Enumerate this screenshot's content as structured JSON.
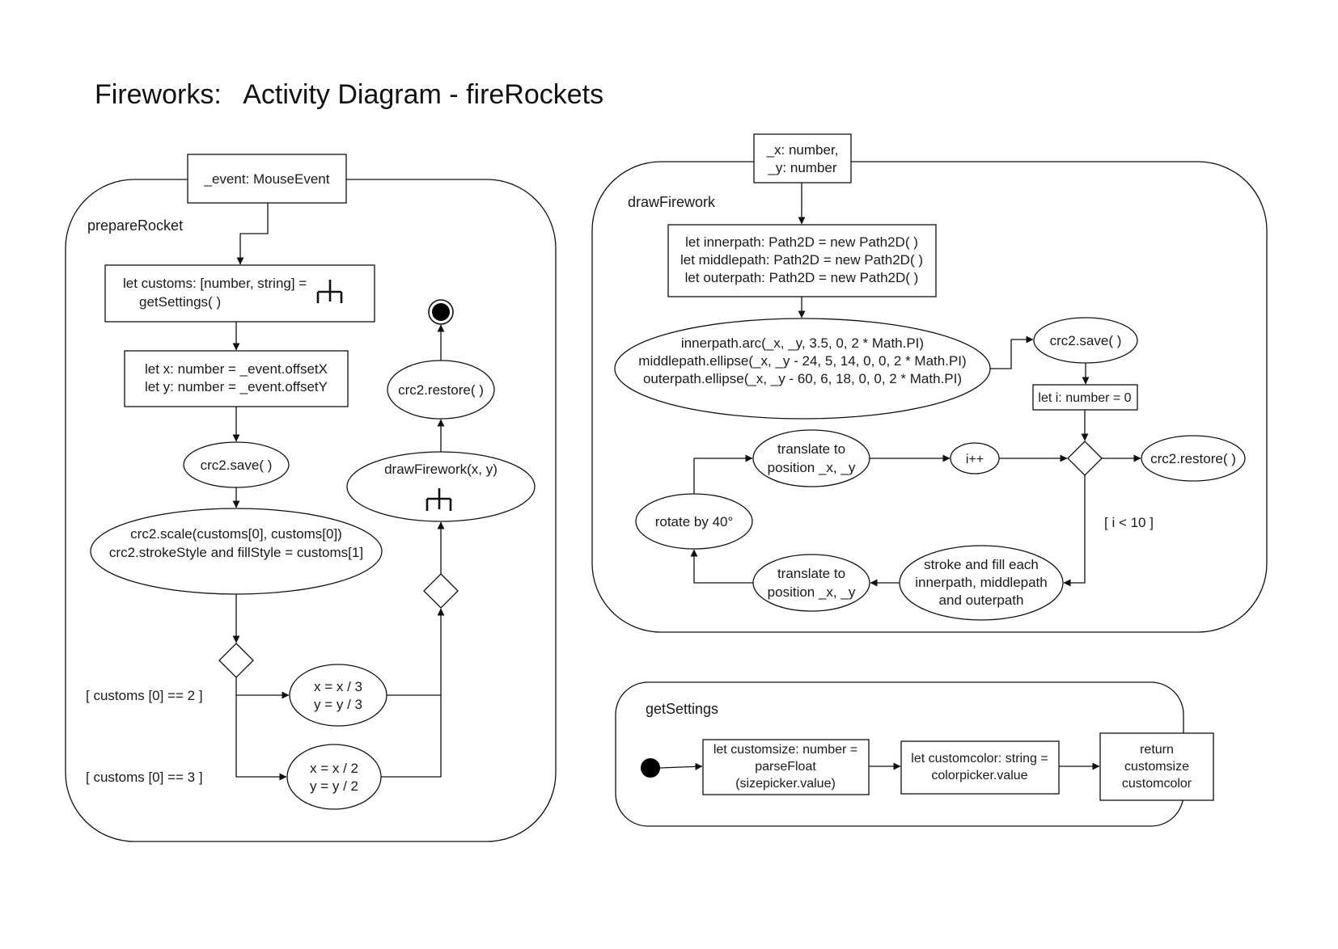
{
  "title": "Fireworks:   Activity Diagram - fireRockets",
  "prepareRocket": {
    "label": "prepareRocket",
    "param": "_event: MouseEvent",
    "customs": [
      "let customs: [number, string] =",
      "getSettings( )"
    ],
    "xy": [
      "let x: number = _event.offsetX",
      "let y: number = _event.offsetY"
    ],
    "save": "crc2.save( )",
    "scale": [
      "crc2.scale(customs[0], customs[0])",
      "crc2.strokeStyle and fillStyle = customs[1]"
    ],
    "guard2": "[ customs [0] == 2 ]",
    "guard3": "[ customs [0] == 3 ]",
    "div3": [
      "x = x / 3",
      "y = y / 3"
    ],
    "div2": [
      "x = x / 2",
      "y = y / 2"
    ],
    "drawCall": "drawFirework(x, y)",
    "restore": "crc2.restore( )"
  },
  "drawFirework": {
    "label": "drawFirework",
    "param": [
      "_x: number,",
      "_y: number"
    ],
    "paths": [
      "let innerpath: Path2D = new Path2D( )",
      "let middlepath: Path2D = new Path2D( )",
      "let outerpath: Path2D = new Path2D( )"
    ],
    "arcs": [
      "innerpath.arc(_x, _y, 3.5, 0, 2 * Math.PI)",
      "middlepath.ellipse(_x, _y - 24, 5, 14, 0, 0, 2 * Math.PI)",
      "outerpath.ellipse(_x, _y - 60, 6, 18, 0, 0, 2 * Math.PI)"
    ],
    "save": "crc2.save( )",
    "init": "let i: number = 0",
    "restore": "crc2.restore( )",
    "guard": "[ i < 10 ]",
    "increment": "i++",
    "translateTop": [
      "translate to",
      "position _x, _y"
    ],
    "translateBottom": [
      "translate to",
      "position _x, _y"
    ],
    "rotate": "rotate by 40°",
    "stroke": [
      "stroke and fill each",
      "innerpath, middlepath",
      "and outerpath"
    ]
  },
  "getSettings": {
    "label": "getSettings",
    "size": [
      "let customsize: number =",
      "parseFloat",
      "(sizepicker.value)"
    ],
    "color": [
      "let customcolor: string =",
      "colorpicker.value"
    ],
    "ret": [
      "return",
      "customsize",
      "customcolor"
    ]
  }
}
